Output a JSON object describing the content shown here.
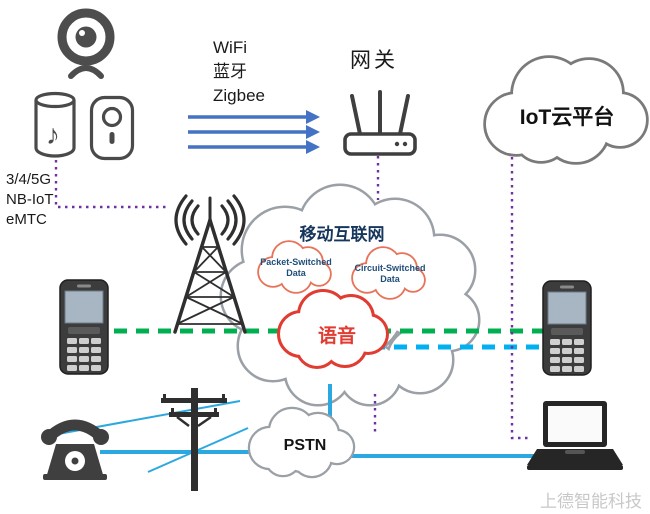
{
  "diagram": {
    "wireless_protocols": [
      "WiFi",
      "蓝牙",
      "Zigbee"
    ],
    "cellular_techs": [
      "3/4/5G",
      "NB-IoT",
      "eMTC"
    ],
    "gateway_label": "网关",
    "iot_cloud_label": "IoT云平台",
    "mobile_internet": {
      "title": "移动互联网",
      "packet_cloud": "Packet-Switched Data",
      "circuit_cloud": "Circuit-Switched Data",
      "voice_cloud": "语音"
    },
    "pstn_label": "PSTN",
    "watermark": "上德智能科技"
  },
  "icons": {
    "music_note": "♪"
  },
  "colors": {
    "line_green": "#00B050",
    "line_cyan_dashed": "#00B0F0",
    "line_purple": "#7030A0",
    "line_cyan_solid": "#2BA8E0",
    "arrow_blue": "#4472C4",
    "voice_cloud_red": "#E03C31",
    "data_cloud_orange": "#E8735A",
    "cloud_gray": "#9AA0A6",
    "icon_gray": "#404040"
  }
}
